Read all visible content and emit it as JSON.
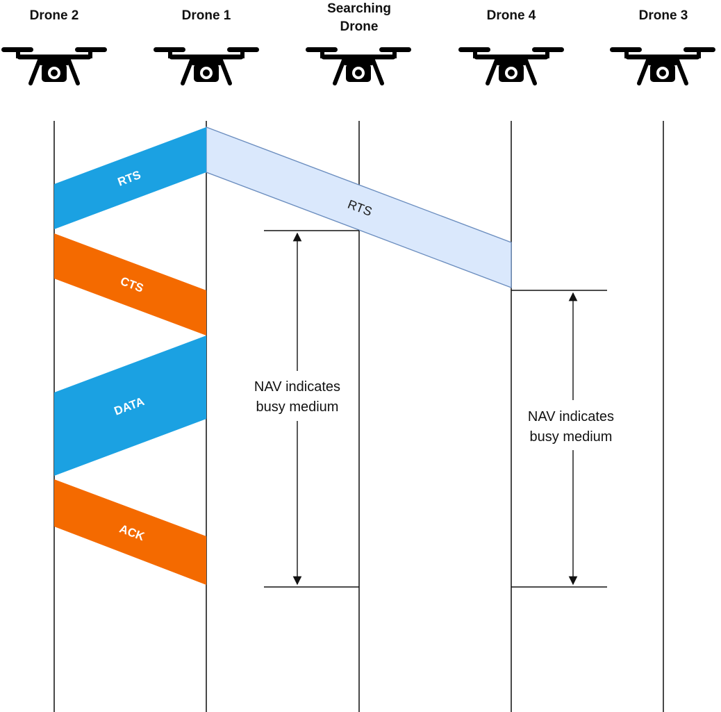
{
  "nodes": [
    {
      "id": "drone2",
      "label_lines": [
        "Drone 2"
      ],
      "icon": "drone-icon"
    },
    {
      "id": "drone1",
      "label_lines": [
        "Drone 1"
      ],
      "icon": "drone-icon"
    },
    {
      "id": "searching",
      "label_lines": [
        "Searching",
        "Drone"
      ],
      "icon": "drone-icon"
    },
    {
      "id": "drone4",
      "label_lines": [
        "Drone 4"
      ],
      "icon": "drone-icon"
    },
    {
      "id": "drone3",
      "label_lines": [
        "Drone 3"
      ],
      "icon": "drone-icon"
    }
  ],
  "messages": [
    {
      "label": "RTS",
      "from": "drone1",
      "to": "drone2",
      "color": "#1ba1e2"
    },
    {
      "label": "RTS",
      "from": "drone1",
      "to": "drone4",
      "color": "#dae8fc",
      "stroke": "#6c8ebf"
    },
    {
      "label": "CTS",
      "from": "drone2",
      "to": "drone1",
      "color": "#f46a00"
    },
    {
      "label": "DATA",
      "from": "drone1",
      "to": "drone2",
      "color": "#1ba1e2"
    },
    {
      "label": "ACK",
      "from": "drone2",
      "to": "drone1",
      "color": "#f46a00"
    }
  ],
  "annotations": [
    {
      "label_lines": [
        "NAV indicates",
        "busy medium"
      ],
      "node": "searching"
    },
    {
      "label_lines": [
        "NAV indicates",
        "busy medium"
      ],
      "node": "drone4"
    }
  ],
  "colors": {
    "msg_blue": "#1ba1e2",
    "msg_orange": "#f46a00",
    "msg_light_fill": "#dae8fc",
    "msg_light_stroke": "#6c8ebf",
    "line": "#1a1a1a"
  }
}
